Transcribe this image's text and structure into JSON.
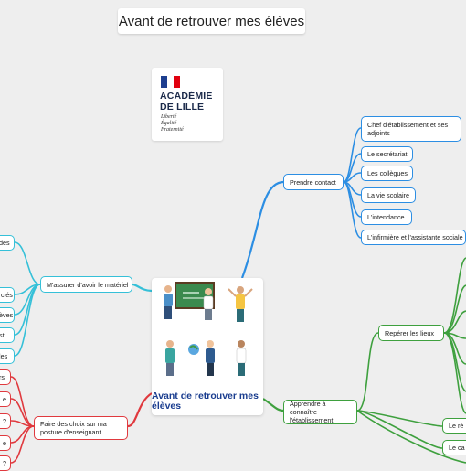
{
  "title": "Avant de retrouver mes élèves",
  "logo": {
    "line1": "ACADÉMIE",
    "line2": "DE LILLE",
    "motto": [
      "Liberté",
      "Égalité",
      "Fraternité"
    ]
  },
  "central": {
    "label": "Avant de retrouver mes élèves"
  },
  "branches": {
    "prendre_contact": {
      "label": "Prendre contact",
      "children": [
        "Chef d'établissement et ses adjoints",
        "Le secrétariat",
        "Les collègues",
        "La vie scolaire",
        "L'intendance",
        "L'infirmière et l'assistante sociale"
      ]
    },
    "materiel": {
      "label": "M'assurer d'avoir le matériel",
      "children": [
        "odes",
        "clés",
        "èves",
        "st...",
        "ales"
      ]
    },
    "choix": {
      "label": "Faire des choix sur ma posture d'enseignant",
      "children": [
        "rs",
        "e",
        "?",
        "e",
        "?"
      ]
    },
    "etablissement": {
      "label": "Apprendre à connaître l'établissement",
      "sub": "Repérer les lieux",
      "children": [
        "Le ré",
        "Le ca"
      ]
    }
  },
  "colors": {
    "blue": "#2c8ee3",
    "cyan": "#35c0d8",
    "green": "#3ea03e",
    "red": "#e0393e",
    "title": "#1a3d8f"
  }
}
